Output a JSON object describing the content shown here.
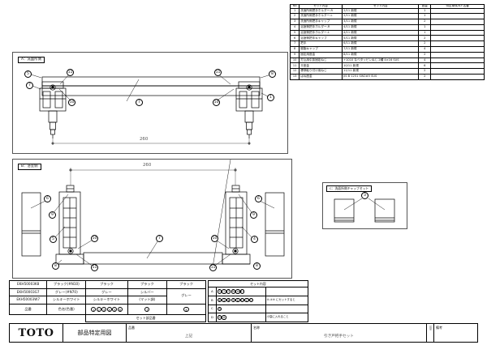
{
  "parts_table": {
    "headers": [
      "No",
      "セット内容",
      "セット内容",
      "数量",
      "特定車体/A.F.名番"
    ],
    "rows": [
      {
        "no": "1",
        "name": "洗面所側把手ホルダー-R",
        "content": "2/11 新規",
        "qty": "1",
        "remark": ""
      },
      {
        "no": "2",
        "name": "洗面所側把手ホルダー-L",
        "content": "2/11 新規",
        "qty": "1",
        "remark": ""
      },
      {
        "no": "3",
        "name": "洗面所側把手キャップ",
        "content": "3/11 新規",
        "qty": "2",
        "remark": ""
      },
      {
        "no": "4",
        "name": "浴室側把手ホルダー-R",
        "content": "4/11 新規",
        "qty": "1",
        "remark": ""
      },
      {
        "no": "5",
        "name": "浴室側把手ホルダー-L",
        "content": "4/11 新規",
        "qty": "1",
        "remark": ""
      },
      {
        "no": "6",
        "name": "浴室側把手キャップ",
        "content": "5/11 新規",
        "qty": "2",
        "remark": ""
      },
      {
        "no": "7",
        "name": "把手",
        "content": "6/11 新規",
        "qty": "2",
        "remark": ""
      },
      {
        "no": "8",
        "name": "樹脂キャップ",
        "content": "7/11 新規",
        "qty": "4",
        "remark": ""
      },
      {
        "no": "9",
        "name": "固定用座金",
        "content": "8/11 新規",
        "qty": "2",
        "remark": ""
      },
      {
        "no": "10",
        "name": "打込用引抜固定ねじ",
        "content": "+1010 なべタッピンねじ 2種 4×16 SUS",
        "qty": "4",
        "remark": ""
      },
      {
        "no": "11",
        "name": "平座金",
        "content": "10/11 新規",
        "qty": "6",
        "remark": ""
      },
      {
        "no": "12",
        "name": "標準取り付け用ねじ",
        "content": "11/11 新規",
        "qty": "2",
        "remark": ""
      },
      {
        "no": "13",
        "name": "ばね座金",
        "content": "JIS B 1251 SW2#5 SUS",
        "qty": "2",
        "remark": ""
      }
    ]
  },
  "views": {
    "a": {
      "label": "A：洗面所側",
      "dimension": "260",
      "balloons": [
        "5",
        "11",
        "11",
        "8",
        "7",
        "7",
        "10",
        "10",
        "1"
      ]
    },
    "b": {
      "label": "B：浴室側",
      "dimension": "260",
      "balloons": [
        "6",
        "6",
        "9",
        "9",
        "5",
        "4",
        "10",
        "10",
        "7",
        "8",
        "8",
        "11",
        "11"
      ]
    },
    "c": {
      "label": "C：洗面所側キャップセット",
      "balloons": [
        "3"
      ]
    }
  },
  "color_table": {
    "rows": [
      {
        "code": "EKH50003K8",
        "color": "ブラック(#N10)",
        "c3": "ブラック",
        "c4": "ブラック",
        "c5": "ブラック"
      },
      {
        "code": "EKH50003G7",
        "color": "グレー(#N70)",
        "c3": "グレー",
        "c4": "シルバー",
        "c5": "グレー"
      },
      {
        "code": "EKH50003W7",
        "color": "シルキーホワイト",
        "c3": "シルキーホワイト",
        "c4": "(マット調)",
        "c5": ""
      }
    ],
    "footer": {
      "label1": "品番",
      "label2": "色名(色番)",
      "group_a": [
        "1",
        "2",
        "3",
        "4",
        "5",
        "6"
      ],
      "group_b": [
        "7"
      ],
      "group_c": [
        "8"
      ],
      "note": "セット部品番"
    }
  },
  "set_table": {
    "header": "セット内容",
    "rows": [
      {
        "key": "A",
        "items": [
          "1",
          "2",
          "7",
          "9",
          "10",
          "11"
        ],
        "note": ""
      },
      {
        "key": "B",
        "items": [
          "4",
          "5",
          "6",
          "7",
          "8",
          "10",
          "11",
          "12"
        ],
        "note": "⑧-④⑤ にセットすると"
      },
      {
        "key": "C",
        "items": [
          "3"
        ],
        "note": ""
      },
      {
        "key": "D",
        "items": [
          "2",
          "6"
        ],
        "note": "小袋に入れること"
      }
    ]
  },
  "title_block": {
    "logo": "TOTO",
    "drawing_kind": "部品特定用図",
    "part_no_label": "品番",
    "part_no_value": "上記",
    "name_label": "名称",
    "name_value": "引き戸把手セット",
    "scale_label": "尺度",
    "remark_label": "備考",
    "remark_value": ""
  }
}
